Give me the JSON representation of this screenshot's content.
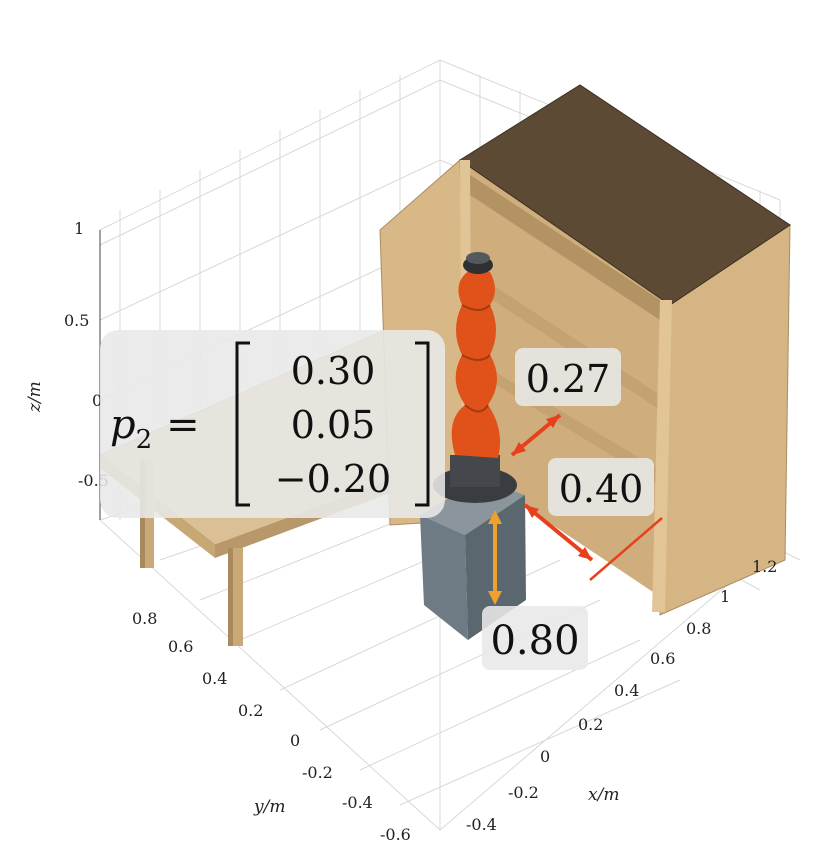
{
  "axes": {
    "x_label": "x/m",
    "y_label": "y/m",
    "z_label": "z/m",
    "x_ticks": [
      "-0.4",
      "-0.2",
      "0",
      "0.2",
      "0.4",
      "0.6",
      "0.8",
      "1",
      "1.2"
    ],
    "y_ticks": [
      "0.8",
      "0.6",
      "0.4",
      "0.2",
      "0",
      "-0.2",
      "-0.4",
      "-0.6"
    ],
    "z_ticks": [
      "1",
      "0.5",
      "0",
      "-0.5"
    ]
  },
  "position_vector": {
    "symbol": "p",
    "subscript": "2",
    "equals": "=",
    "values": [
      "0.30",
      "0.05",
      "−0.20"
    ]
  },
  "dimensions": {
    "shelf_gap": "0.27",
    "cabinet_distance": "0.40",
    "base_height": "0.80"
  },
  "colors": {
    "robot": "#e0521a",
    "cabinet_wood": "#d9b888",
    "cabinet_top": "#5c4a35",
    "table_wood": "#dcc095",
    "pedestal": "#6e7b84",
    "arrow_red": "#e8401c",
    "arrow_orange": "#f0a030"
  }
}
